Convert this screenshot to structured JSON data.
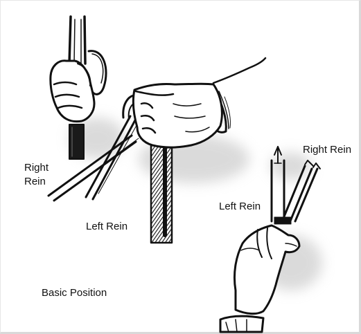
{
  "labels": {
    "right_rein_left": "Right Rein",
    "left_rein_left": "Left Rein",
    "left_rein_right": "Left Rein",
    "right_rein_right": "Right Rein",
    "basic_position": "Basic Position"
  }
}
